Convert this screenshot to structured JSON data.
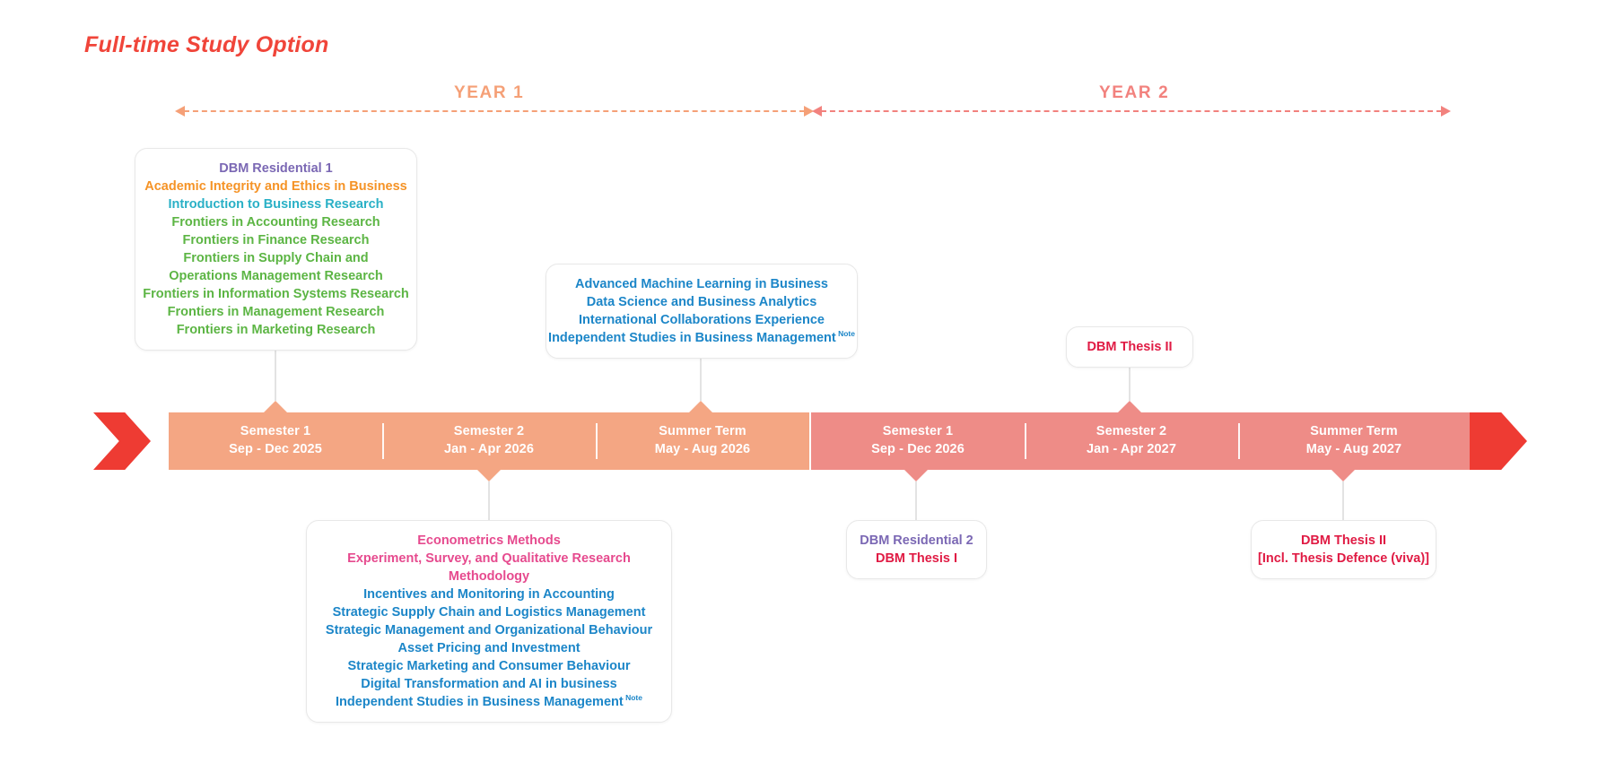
{
  "title": "Full-time Study Option",
  "colors": {
    "title": "#F0453A",
    "year1": "#F5A077",
    "year2": "#F2827E",
    "bar_year1": "#F4A683",
    "bar_year2": "#EE8C87",
    "end_cap": "#EE3B33",
    "purple": "#7B68B4",
    "orange": "#F59326",
    "teal": "#29B0C6",
    "green": "#5CB544",
    "blue": "#1C86C8",
    "pink": "#E64A8E",
    "crimson": "#E01B44"
  },
  "years": [
    {
      "label": "YEAR 1",
      "color": "#F5A077"
    },
    {
      "label": "YEAR 2",
      "color": "#F2827E"
    }
  ],
  "timeline": {
    "segments": [
      {
        "name": "Semester 1",
        "dates": "Sep - Dec 2025",
        "year": 1
      },
      {
        "name": "Semester 2",
        "dates": "Jan - Apr 2026",
        "year": 1
      },
      {
        "name": "Summer Term",
        "dates": "May - Aug 2026",
        "year": 1
      },
      {
        "name": "Semester 1",
        "dates": "Sep - Dec 2026",
        "year": 2
      },
      {
        "name": "Semester 2",
        "dates": "Jan - Apr 2027",
        "year": 2
      },
      {
        "name": "Summer Term",
        "dates": "May - Aug 2027",
        "year": 2
      }
    ]
  },
  "cards": {
    "y1_sem1": {
      "items": [
        {
          "text": "DBM Residential 1",
          "color": "#7B68B4"
        },
        {
          "text": "Academic Integrity and Ethics in Business",
          "color": "#F59326"
        },
        {
          "text": "Introduction to Business Research",
          "color": "#29B0C6"
        },
        {
          "text": "Frontiers in Accounting Research",
          "color": "#5CB544"
        },
        {
          "text": "Frontiers in Finance Research",
          "color": "#5CB544"
        },
        {
          "text": "Frontiers in Supply Chain and Operations Management Research",
          "color": "#5CB544"
        },
        {
          "text": "Frontiers in Information Systems Research",
          "color": "#5CB544"
        },
        {
          "text": "Frontiers in Management Research",
          "color": "#5CB544"
        },
        {
          "text": "Frontiers in Marketing Research",
          "color": "#5CB544"
        }
      ]
    },
    "y1_summer": {
      "items": [
        {
          "text": "Advanced Machine Learning in Business",
          "color": "#1C86C8"
        },
        {
          "text": "Data Science and Business Analytics",
          "color": "#1C86C8"
        },
        {
          "text": "International Collaborations Experience",
          "color": "#1C86C8"
        },
        {
          "text": "Independent Studies in Business Management",
          "color": "#1C86C8",
          "note": "Note"
        }
      ]
    },
    "y1_sem2": {
      "items": [
        {
          "text": "Econometrics Methods",
          "color": "#E64A8E"
        },
        {
          "text": "Experiment, Survey, and Qualitative Research Methodology",
          "color": "#E64A8E"
        },
        {
          "text": "Incentives and Monitoring in Accounting",
          "color": "#1C86C8"
        },
        {
          "text": "Strategic Supply Chain and Logistics Management",
          "color": "#1C86C8"
        },
        {
          "text": "Strategic Management and Organizational Behaviour",
          "color": "#1C86C8"
        },
        {
          "text": "Asset Pricing and Investment",
          "color": "#1C86C8"
        },
        {
          "text": "Strategic Marketing and Consumer Behaviour",
          "color": "#1C86C8"
        },
        {
          "text": "Digital Transformation and AI in business",
          "color": "#1C86C8"
        },
        {
          "text": "Independent Studies in Business Management",
          "color": "#1C86C8",
          "note": "Note"
        }
      ]
    },
    "y2_sem1": {
      "items": [
        {
          "text": "DBM Residential 2",
          "color": "#7B68B4"
        },
        {
          "text": "DBM Thesis I",
          "color": "#E01B44"
        }
      ]
    },
    "y2_sem2": {
      "items": [
        {
          "text": "DBM Thesis II",
          "color": "#E01B44"
        }
      ]
    },
    "y2_summer": {
      "items": [
        {
          "text": "DBM Thesis II",
          "color": "#E01B44"
        },
        {
          "text": "[Incl. Thesis Defence (viva)]",
          "color": "#E01B44"
        }
      ]
    }
  }
}
